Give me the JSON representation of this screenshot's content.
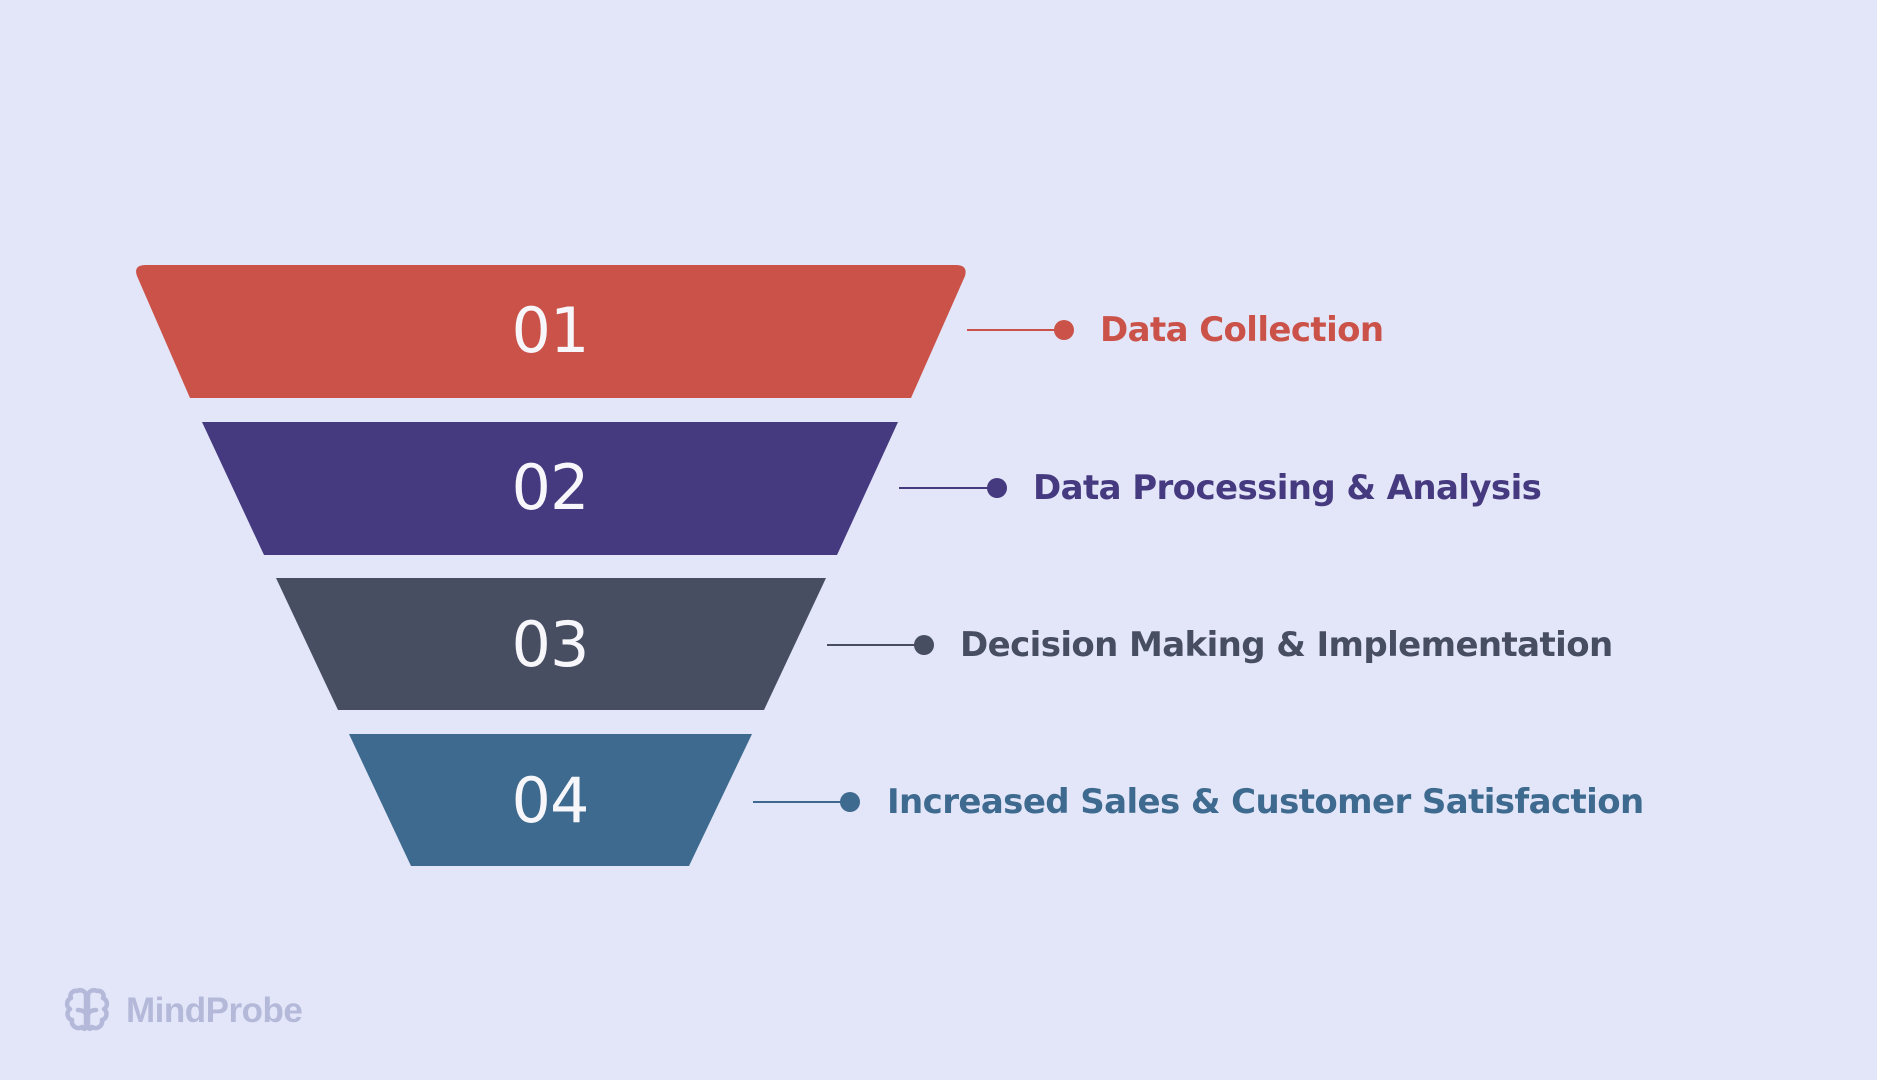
{
  "diagram": {
    "type": "funnel",
    "background": "#e3e6f8",
    "stages": [
      {
        "number": "01",
        "label": "Data Collection",
        "color": "#cb5248"
      },
      {
        "number": "02",
        "label": "Data Processing & Analysis",
        "color": "#45397f"
      },
      {
        "number": "03",
        "label": "Decision Making & Implementation",
        "color": "#484e62"
      },
      {
        "number": "04",
        "label": "Increased Sales & Customer Satisfaction",
        "color": "#3d6a8e"
      }
    ]
  },
  "branding": {
    "logo_icon": "brain-icon",
    "name": "MindProbe",
    "color": "#b5b9d9"
  }
}
